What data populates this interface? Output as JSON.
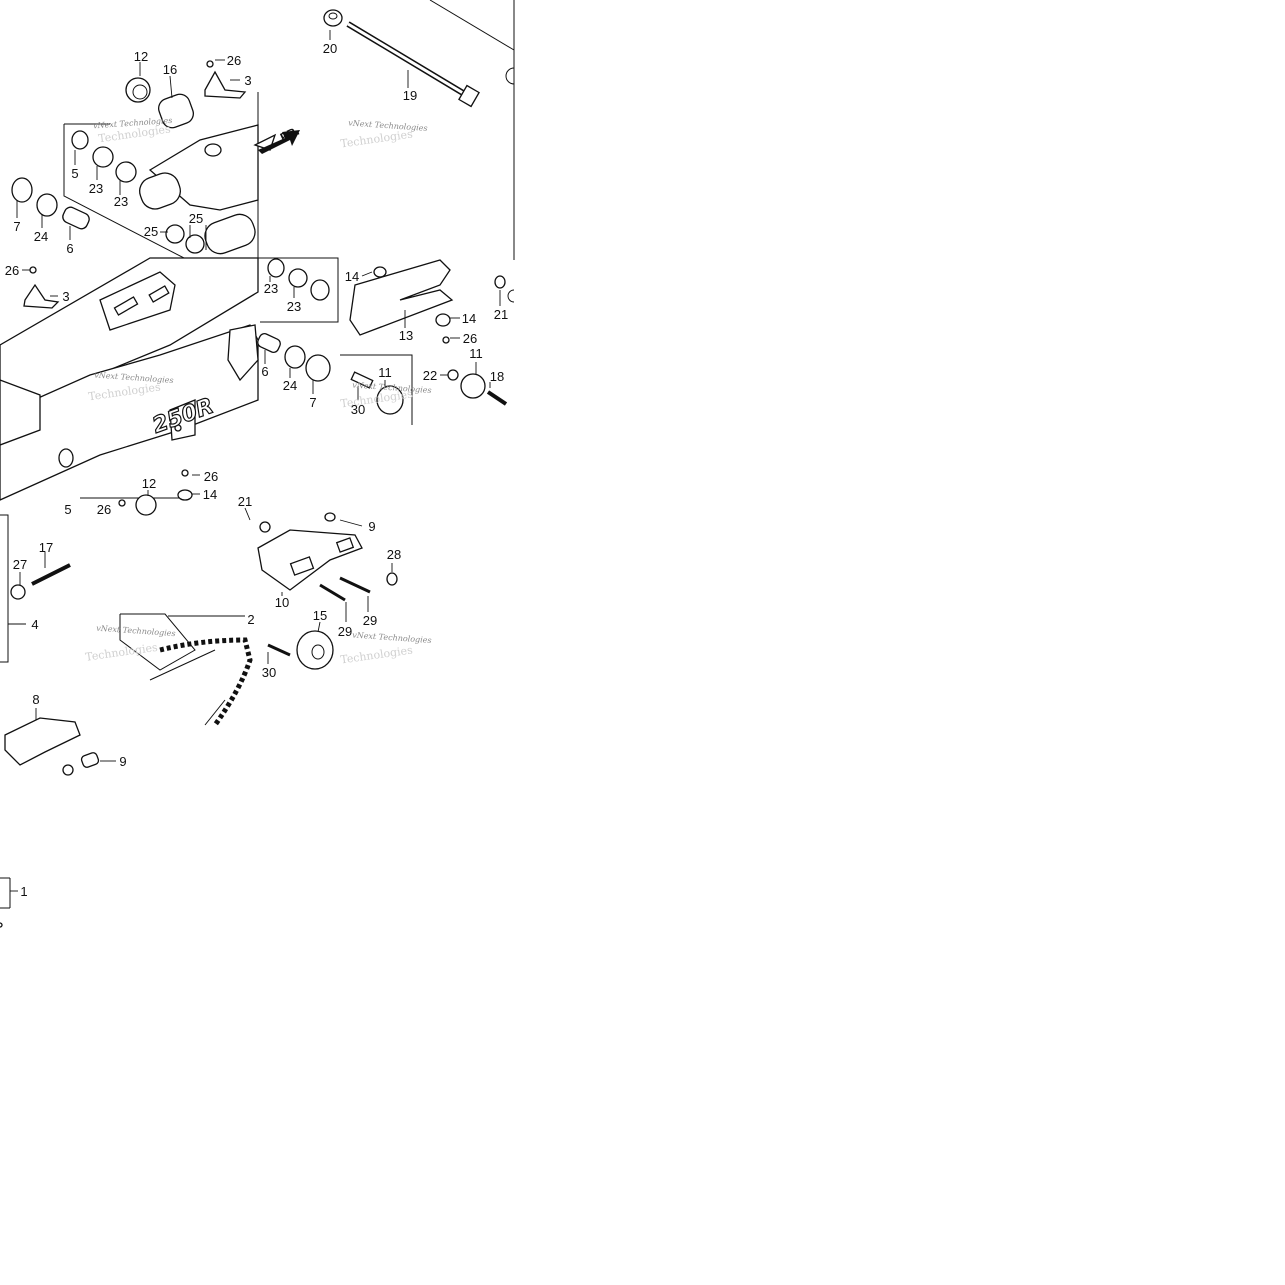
{
  "diagram": {
    "labels": [
      "20",
      "19",
      "12",
      "16",
      "26",
      "3",
      "5",
      "23",
      "23",
      "7",
      "24",
      "6",
      "25",
      "25",
      "26",
      "3",
      "14",
      "21",
      "23",
      "23",
      "13",
      "14",
      "26",
      "6",
      "24",
      "7",
      "11",
      "22",
      "11",
      "18",
      "30",
      "26",
      "14",
      "12",
      "5",
      "26",
      "21",
      "9",
      "27",
      "17",
      "28",
      "10",
      "29",
      "29",
      "4",
      "15",
      "2",
      "30",
      "8",
      "9",
      "1"
    ],
    "watermark_text": "vNext Technologies",
    "watermark_shadow": "Technologies",
    "logo_text": "250R",
    "direction_text": "FR."
  }
}
